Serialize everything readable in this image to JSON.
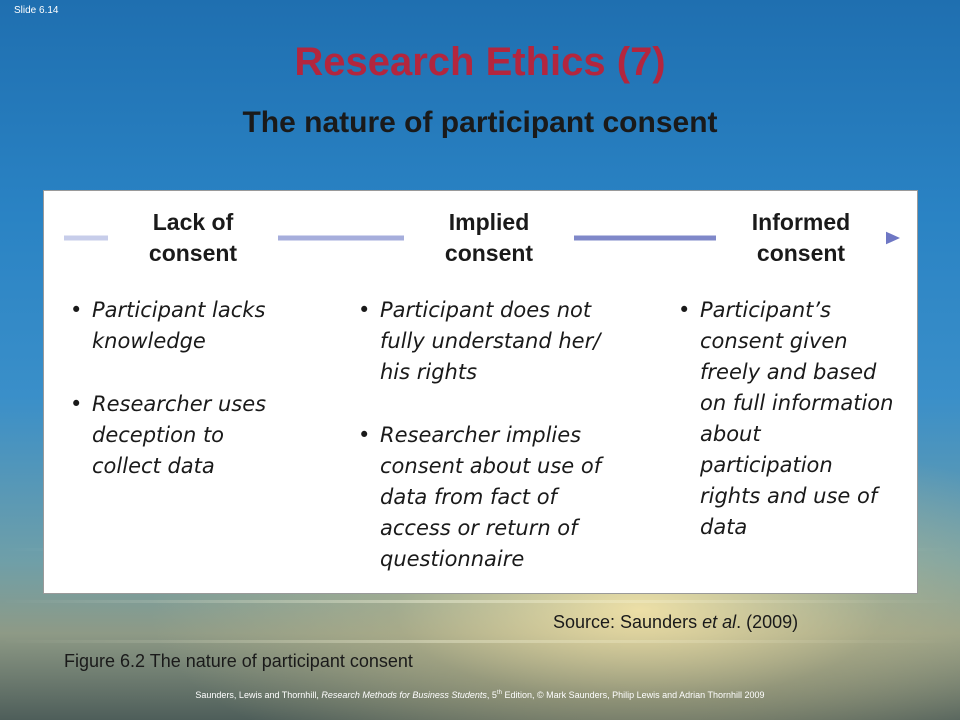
{
  "slide": {
    "number": "Slide 6.14",
    "title": "Research Ethics (7)",
    "subtitle": "The nature of participant consent"
  },
  "diagram": {
    "stages": [
      {
        "label_line1": "Lack of",
        "label_line2": "consent",
        "bullets": [
          "Participant lacks knowledge",
          "Researcher uses deception to collect data"
        ]
      },
      {
        "label_line1": "Implied",
        "label_line2": "consent",
        "bullets": [
          "Participant does not fully understand her/ his rights",
          "Researcher implies consent about use of data from fact of access or return of questionnaire"
        ]
      },
      {
        "label_line1": "Informed",
        "label_line2": "consent",
        "bullets": [
          "Participant’s consent given freely and based on full information about participation rights and use of data"
        ]
      }
    ],
    "colors": {
      "line_light": "#c7cdea",
      "line_mid": "#a6aedc",
      "line_dark": "#7f88c9",
      "arrow": "#6e77c4",
      "title": "#b3263e"
    }
  },
  "source": {
    "prefix": "Source: Saunders ",
    "italic": "et al",
    "suffix": ". (2009)"
  },
  "figure_caption": "Figure 6.2  The nature of participant consent",
  "footer": {
    "authors": "Saunders, Lewis and Thornhill, ",
    "book": "Research Methods for Business Students",
    "edition_num": ", 5",
    "edition_sup": "th",
    "rest": " Edition, © Mark Saunders, Philip Lewis and Adrian Thornhill 2009"
  }
}
